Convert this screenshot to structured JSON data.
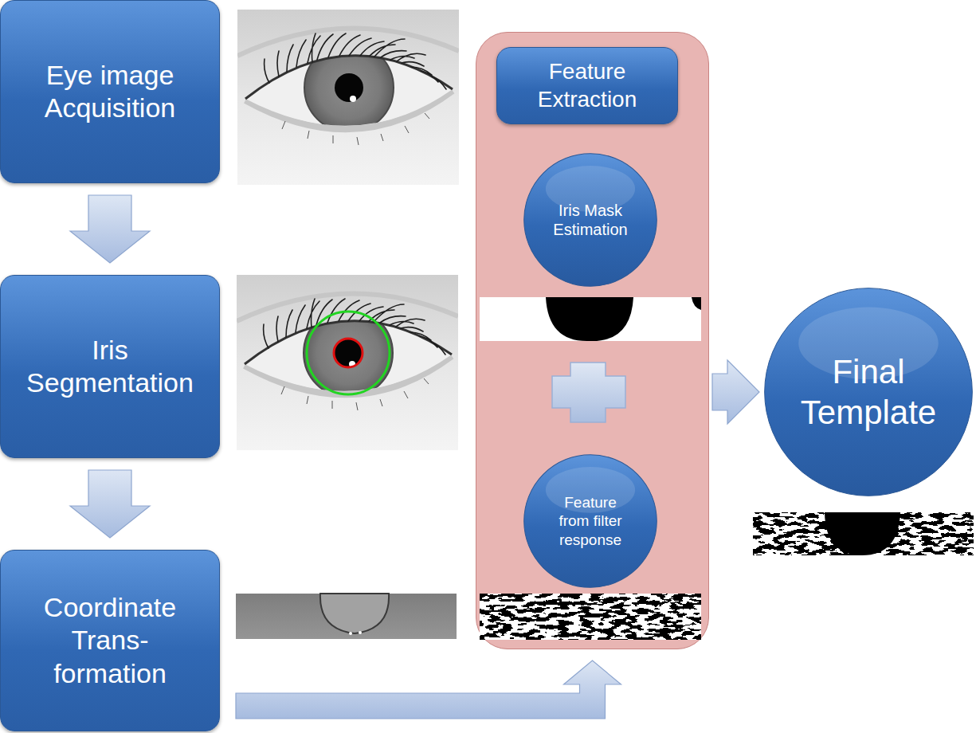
{
  "diagram": {
    "nodes": [
      {
        "text": [
          "Eye image Acquisition"
        ]
      },
      {
        "text": [
          "Iris Segmentation"
        ]
      },
      {
        "text": [
          "Coordinate Trans- formation"
        ]
      },
      {
        "text": [
          "Feature Extraction"
        ]
      },
      {
        "text": [
          "Iris Mask Estimation"
        ],
        "in": 3
      },
      {
        "text": [
          "Feature from filter response"
        ],
        "in": 3
      },
      {
        "text": [
          "Final Template"
        ]
      }
    ],
    "edges": [
      {
        "from": 0,
        "to": 1,
        "arrow": "to"
      },
      {
        "from": 1,
        "to": 2,
        "arrow": "to"
      },
      {
        "from": 2,
        "to": 3,
        "arrow": "to"
      },
      {
        "from": 3,
        "to": 6,
        "arrow": "to"
      }
    ]
  }
}
